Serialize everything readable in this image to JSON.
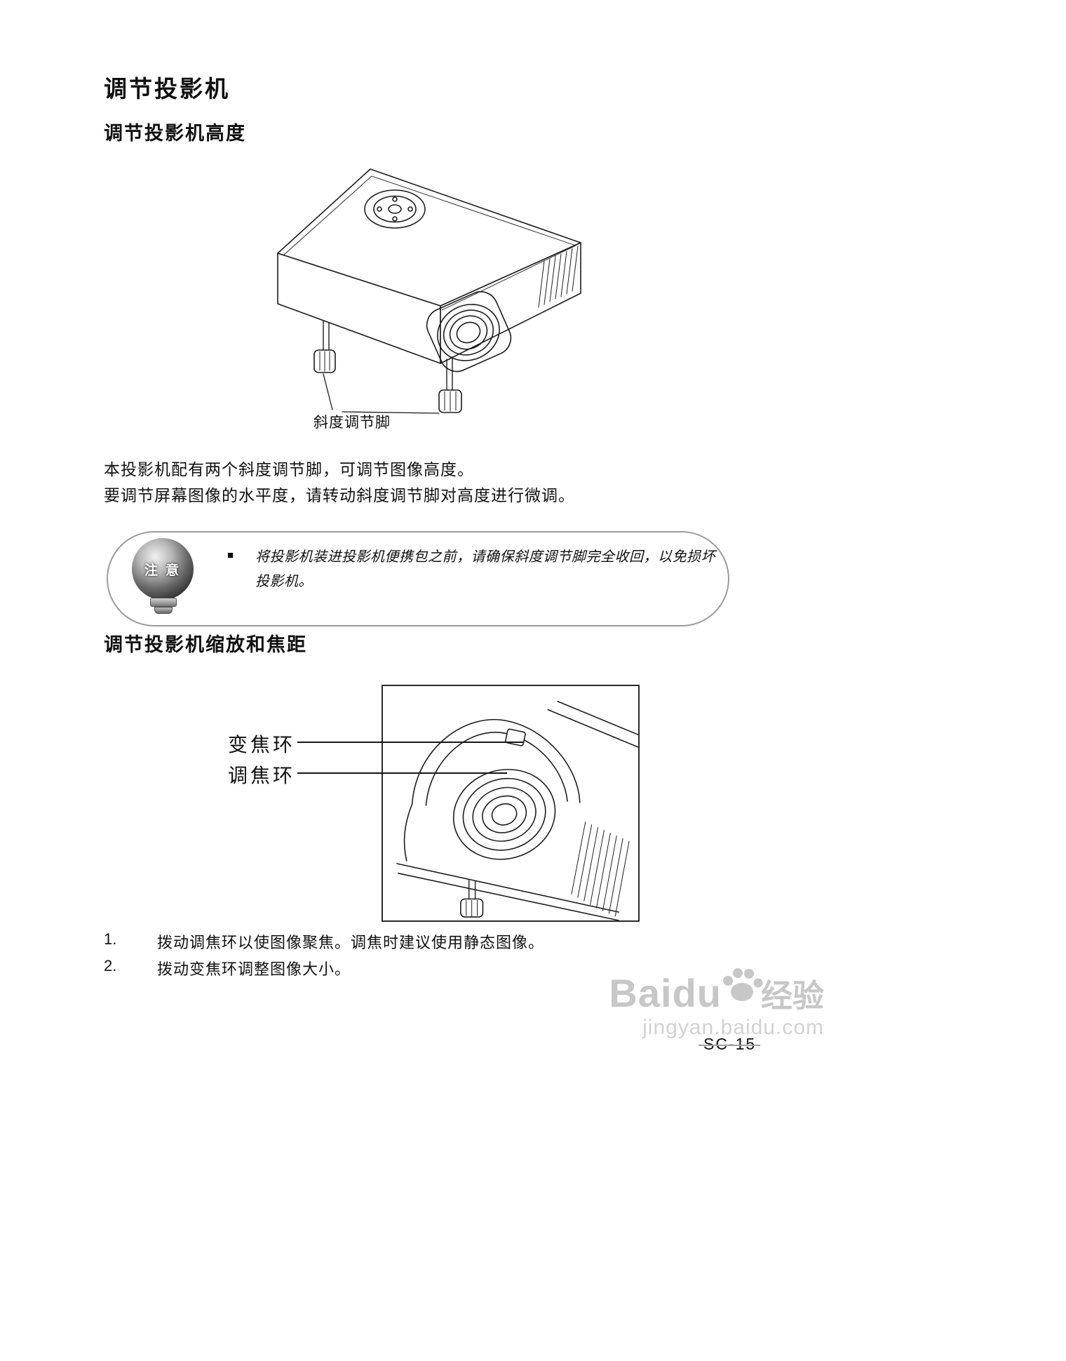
{
  "page": {
    "title": "调节投影机"
  },
  "sections": {
    "height": {
      "heading": "调节投影机高度",
      "figure_caption": "斜度调节脚",
      "body_line1": "本投影机配有两个斜度调节脚，可调节图像高度。",
      "body_line2": "要调节屏幕图像的水平度，请转动斜度调节脚对高度进行微调。"
    },
    "zoom": {
      "heading": "调节投影机缩放和焦距",
      "label_zoom": "变焦环",
      "label_focus": "调焦环",
      "list": [
        {
          "num": "1.",
          "text": "拨动调焦环以使图像聚焦。调焦时建议使用静态图像。"
        },
        {
          "num": "2.",
          "text": "拨动变焦环调整图像大小。"
        }
      ]
    }
  },
  "note": {
    "icon_label": "注 意",
    "bullet": "■",
    "line1": "将投影机装进投影机便携包之前，请确保斜度调节脚完全收回，以免损坏",
    "line2": "投影机。"
  },
  "footer": {
    "page_number": "SC-15",
    "watermark_brand": "Baidu",
    "watermark_suffix": "经验",
    "watermark_url": "jingyan.baidu.com"
  },
  "colors": {
    "line_art": "#1c1c1c",
    "note_border": "#9c9c9c",
    "watermark": "#c7c7c7"
  }
}
